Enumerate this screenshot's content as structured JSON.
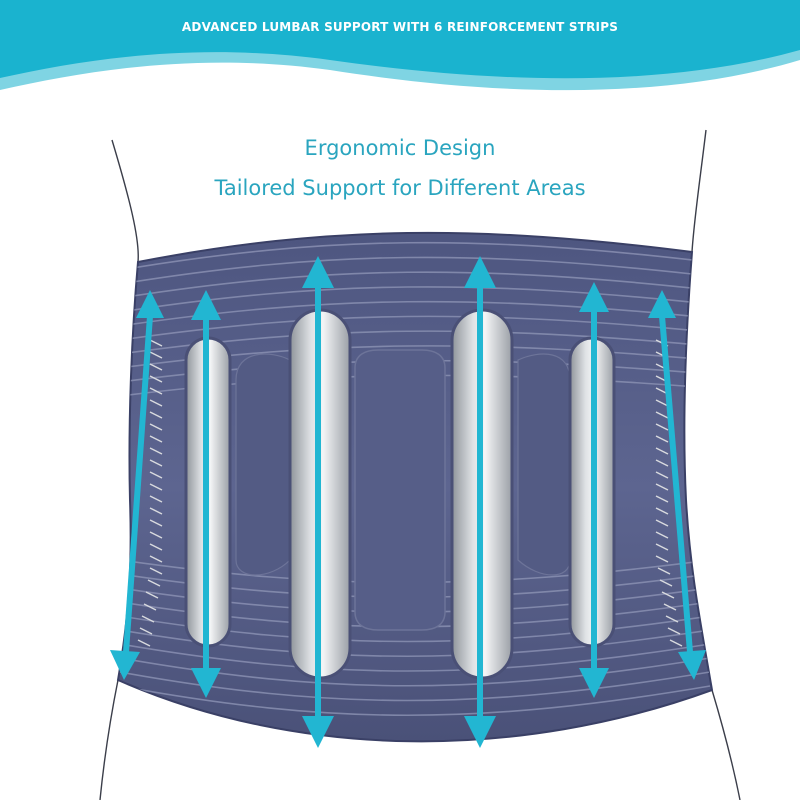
{
  "banner": {
    "headline": "ADVANCED LUMBAR SUPPORT WITH 6 REINFORCEMENT STRIPS"
  },
  "feature": {
    "line1": "Ergonomic Design",
    "line2": "Tailored Support for Different Areas"
  },
  "colors": {
    "banner": "#1ab3cf",
    "banner_light": "#7fd4e3",
    "belt": "#5a6288",
    "belt_dark": "#444b70",
    "arrow": "#22b6d2",
    "subtitle_text": "#2aa5bf"
  },
  "product": {
    "reinforcement_strip_count": 6,
    "strips": [
      {
        "position": "left-outer-spring"
      },
      {
        "position": "left-inner"
      },
      {
        "position": "center-left"
      },
      {
        "position": "center-right"
      },
      {
        "position": "right-inner"
      },
      {
        "position": "right-outer-spring"
      }
    ]
  }
}
